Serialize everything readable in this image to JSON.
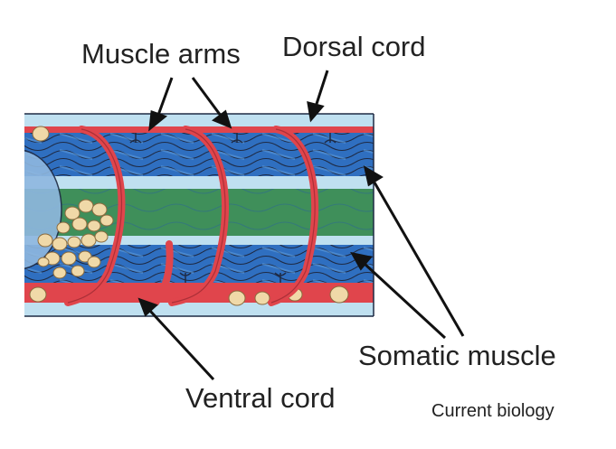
{
  "labels": {
    "muscle_arms": "Muscle arms",
    "dorsal_cord": "Dorsal cord",
    "somatic_muscle": "Somatic muscle",
    "ventral_cord": "Ventral cord",
    "credit": "Current biology"
  },
  "colors": {
    "nerve_cord": "#e0454c",
    "muscle_blue": "#2f6fc0",
    "muscle_light": "#5b9bdc",
    "hypodermis": "#bfe0f0",
    "intestine_green": "#3f8f5a",
    "cell_bodies": "#f0d9a8",
    "outline": "#1e2a44",
    "arrow": "#111111"
  }
}
